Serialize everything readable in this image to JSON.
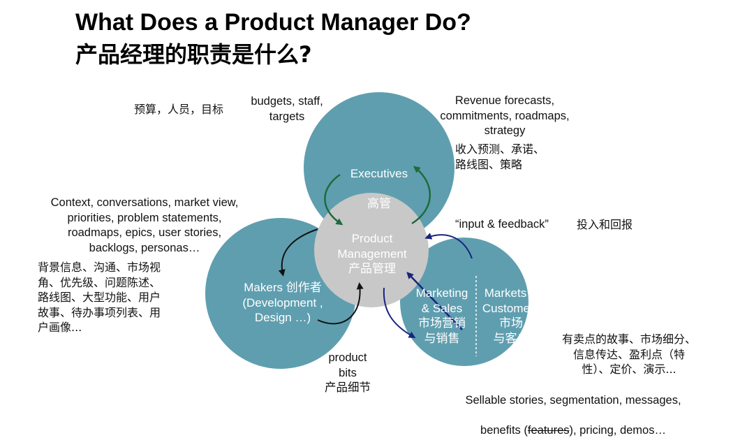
{
  "title": "What Does a Product Manager Do?",
  "subtitle": "产品经理的职责是什么?",
  "circles": {
    "executives": {
      "label_en": "Executives",
      "label_zh": "高管"
    },
    "center": {
      "label": "Product\nManagement\n产品管理"
    },
    "makers": {
      "label": "Makers 创作者\n(Development ,\nDesign …)"
    },
    "marketing": {
      "label": "Marketing\n& Sales\n市场营销\n与销售"
    },
    "markets": {
      "label": "Markets &\nCustomers\n市场\n与客户"
    }
  },
  "annotations": {
    "budgets_zh": "预算，人员，目标",
    "budgets_en": "budgets, staff,\ntargets",
    "revenue_en": "Revenue forecasts,\ncommitments, roadmaps,\nstrategy",
    "revenue_zh": "收入预测、承诺、\n路线图、策略",
    "context_en": "Context, conversations, market view,\npriorities, problem statements,\nroadmaps, epics, user stories,\nbacklogs, personas…",
    "context_zh": "背景信息、沟通、市场视\n角、优先级、问题陈述、\n路线图、大型功能、用户\n故事、待办事项列表、用\n户画像...",
    "input_en": "“input & feedback”",
    "input_zh": "投入和回报",
    "product_bits": "product\nbits\n产品细节",
    "sellable_zh": "有卖点的故事、市场细分、\n信息传达、盈利点（特\n性）、定价、演示...",
    "sellable_en_line1": "Sellable stories, segmentation, messages,",
    "sellable_en_pre": "benefits (",
    "sellable_en_strike": "features",
    "sellable_en_post": "), pricing, demos…"
  },
  "colors": {
    "circle_blue": "#5F9EAF",
    "center_gray": "#C8C8C8",
    "arrow_green": "#1E6B3C",
    "arrow_navy": "#1A237E",
    "arrow_black": "#111111"
  }
}
